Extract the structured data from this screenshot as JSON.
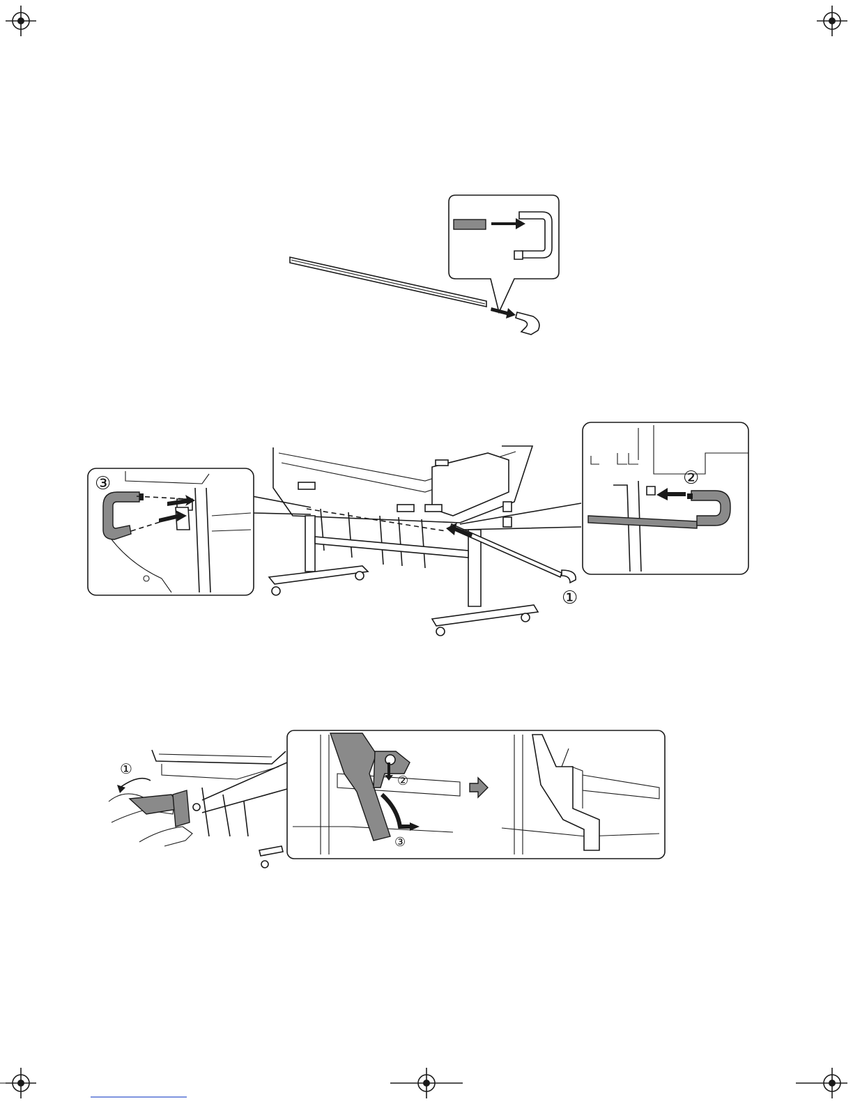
{
  "figures": {
    "top_detail": {
      "name": "rod-and-end-cap"
    },
    "middle_detail": {
      "callouts": [
        "③",
        "②",
        "①"
      ]
    },
    "bottom_detail": {
      "callouts": [
        "①",
        "②",
        "③"
      ]
    }
  },
  "footer": {
    "link_underline_color": "#3355cc"
  }
}
